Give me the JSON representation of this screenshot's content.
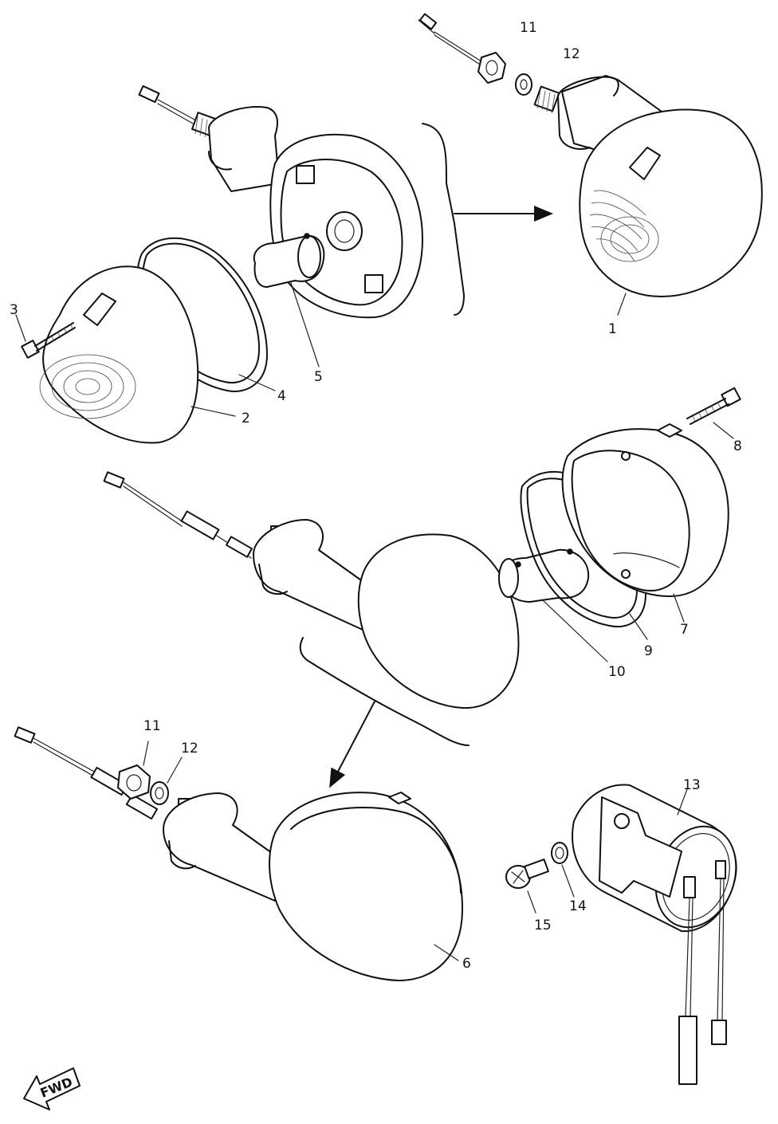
{
  "callouts": {
    "c1": "1",
    "c2": "2",
    "c3": "3",
    "c4": "4",
    "c5": "5",
    "c6": "6",
    "c7": "7",
    "c8": "8",
    "c9": "9",
    "c10": "10",
    "c11_top": "11",
    "c12_top": "12",
    "c11_bottom": "11",
    "c12_bottom": "12",
    "c13": "13",
    "c14": "14",
    "c15": "15"
  },
  "direction_label": "FWD"
}
